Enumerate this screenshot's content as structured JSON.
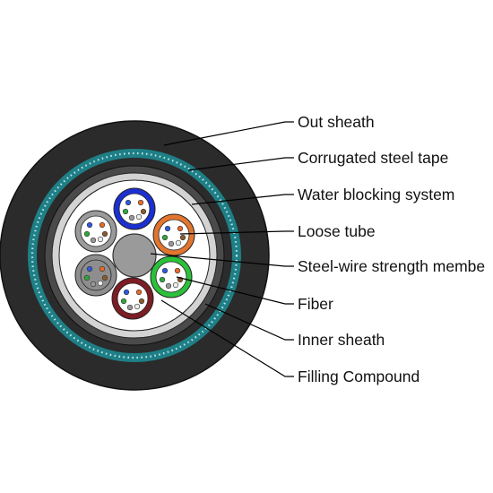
{
  "labels": {
    "out_sheath": "Out sheath",
    "corrugated_steel_tape": "Corrugated steel tape",
    "water_blocking_system": "Water blocking system",
    "loose_tube": "Loose tube",
    "steel_wire_strength_member": "Steel-wire strength membe",
    "fiber": "Fiber",
    "inner_sheath": "Inner sheath",
    "filling_compound": "Filling Compound"
  },
  "colors": {
    "out_sheath": "#2b2b2b",
    "steel_tape_band": "#1f7f86",
    "steel_tape_dots": "#b8e3e6",
    "inner_sheath": "#4a4a4a",
    "water_blocking_ring": "#d3d3d3",
    "filling": "#ffffff",
    "strength_member": "#9a9a9a",
    "tube_blue": "#1b2fd1",
    "tube_orange": "#e2752e",
    "tube_green": "#2bc03a",
    "tube_red": "#7d1d24",
    "tube_gray": "#8e8e8e",
    "tube_white": "#ffffff",
    "fiber_dots": [
      "#2f59d8",
      "#e86a2a",
      "#2fa83a",
      "#8b5a2b",
      "#999999",
      "#eeeeee"
    ]
  },
  "loose_tubes": [
    {
      "name": "blue",
      "ring": "#1b2fd1",
      "fill": "#ffffff"
    },
    {
      "name": "orange",
      "ring": "#e2752e",
      "fill": "#ffffff"
    },
    {
      "name": "green",
      "ring": "#2bc03a",
      "fill": "#ffffff"
    },
    {
      "name": "red",
      "ring": "#7d1d24",
      "fill": "#ffffff"
    },
    {
      "name": "gray",
      "ring": "#8e8e8e",
      "fill": "#8e8e8e"
    },
    {
      "name": "white",
      "ring": "#9a9a9a",
      "fill": "#ffffff"
    }
  ]
}
